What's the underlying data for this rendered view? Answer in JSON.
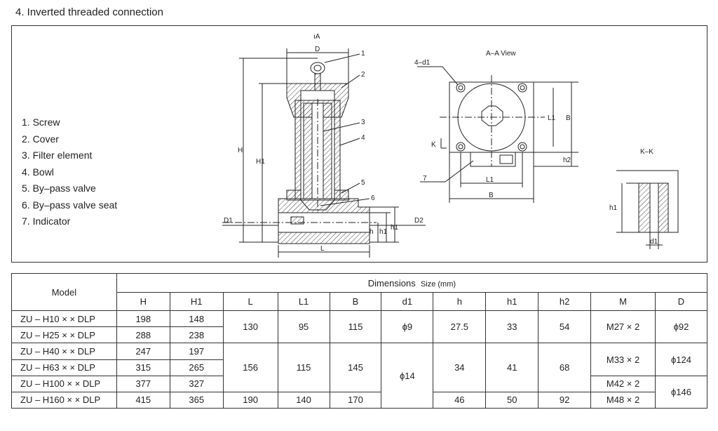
{
  "heading": "4.  Inverted threaded connection",
  "parts": [
    "1.  Screw",
    "2.  Cover",
    "3.  Filter element",
    "4.  Bowl",
    "5.  By–pass valve",
    "6.  By–pass valve seat",
    "7.  Indicator"
  ],
  "drawing": {
    "section_mark": "ıA",
    "aa_view": "A–A  View",
    "kk": "K–K",
    "k_mark": "K",
    "dims": {
      "D": "D",
      "H": "H",
      "H1": "H1",
      "L": "L",
      "D1": "D1",
      "D2": "D2",
      "h": "h",
      "h1": "h1",
      "L1": "L1",
      "B": "B",
      "h2": "h2",
      "d1": "d1",
      "bolt": "4–d1"
    },
    "callouts": [
      "1",
      "2",
      "3",
      "4",
      "5",
      "6",
      "7"
    ]
  },
  "table": {
    "model_header": "Model",
    "dims_header": "Dimensions",
    "size_unit": "Size (mm)",
    "columns": [
      "H",
      "H1",
      "L",
      "L1",
      "B",
      "d1",
      "h",
      "h1",
      "h2",
      "M",
      "D"
    ],
    "rows": [
      {
        "model": "ZU – H10 × × DLP",
        "H": "198",
        "H1": "148"
      },
      {
        "model": "ZU – H25 × × DLP",
        "H": "288",
        "H1": "238"
      },
      {
        "model": "ZU – H40 × × DLP",
        "H": "247",
        "H1": "197"
      },
      {
        "model": "ZU – H63 × × DLP",
        "H": "315",
        "H1": "265"
      },
      {
        "model": "ZU – H100 × × DLP",
        "H": "377",
        "H1": "327"
      },
      {
        "model": "ZU – H160 × × DLP",
        "H": "415",
        "H1": "365"
      }
    ],
    "g1": {
      "L": "130",
      "L1": "95",
      "B": "115",
      "d1": "ϕ9",
      "h": "27.5",
      "h1": "33",
      "h2": "54",
      "M": "M27 × 2",
      "D": "ϕ92"
    },
    "g2": {
      "L": "156",
      "L1": "115",
      "B": "145",
      "h": "34",
      "h1": "41",
      "h2": "68",
      "M": "M33 × 2",
      "D": "ϕ124"
    },
    "d1_mid": "ϕ14",
    "m_r5": "M42 × 2",
    "d_r56": "ϕ146",
    "g3": {
      "L": "190",
      "L1": "140",
      "B": "170",
      "h": "46",
      "h1": "50",
      "h2": "92",
      "M": "M48 × 2"
    }
  }
}
